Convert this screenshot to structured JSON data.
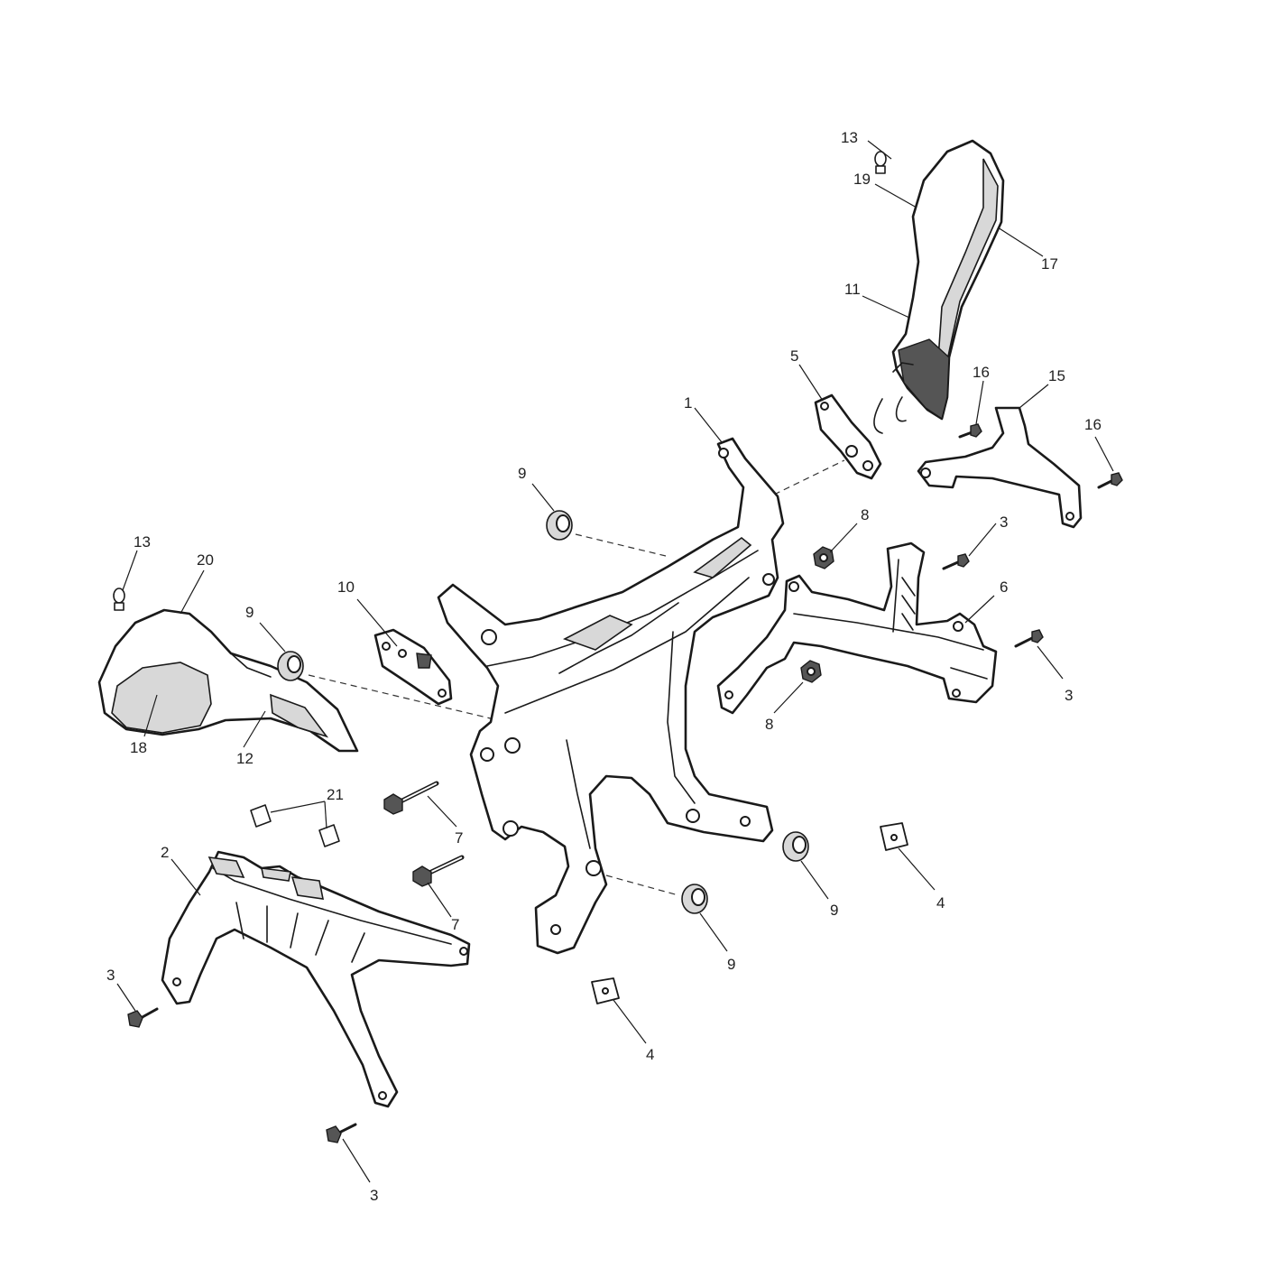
{
  "labels": [
    {
      "id": "l1",
      "text": "1"
    },
    {
      "id": "l2",
      "text": "2"
    },
    {
      "id": "l3a",
      "text": "3"
    },
    {
      "id": "l3b",
      "text": "3"
    },
    {
      "id": "l3c",
      "text": "3"
    },
    {
      "id": "l3d",
      "text": "3"
    },
    {
      "id": "l4a",
      "text": "4"
    },
    {
      "id": "l4b",
      "text": "4"
    },
    {
      "id": "l5",
      "text": "5"
    },
    {
      "id": "l6",
      "text": "6"
    },
    {
      "id": "l7a",
      "text": "7"
    },
    {
      "id": "l7b",
      "text": "7"
    },
    {
      "id": "l8a",
      "text": "8"
    },
    {
      "id": "l8b",
      "text": "8"
    },
    {
      "id": "l9a",
      "text": "9"
    },
    {
      "id": "l9b",
      "text": "9"
    },
    {
      "id": "l9c",
      "text": "9"
    },
    {
      "id": "l9d",
      "text": "9"
    },
    {
      "id": "l10",
      "text": "10"
    },
    {
      "id": "l11",
      "text": "11"
    },
    {
      "id": "l12",
      "text": "12"
    },
    {
      "id": "l13a",
      "text": "13"
    },
    {
      "id": "l13b",
      "text": "13"
    },
    {
      "id": "l15",
      "text": "15"
    },
    {
      "id": "l16a",
      "text": "16"
    },
    {
      "id": "l16b",
      "text": "16"
    },
    {
      "id": "l17",
      "text": "17"
    },
    {
      "id": "l18",
      "text": "18"
    },
    {
      "id": "l19",
      "text": "19"
    },
    {
      "id": "l20",
      "text": "20"
    },
    {
      "id": "l21",
      "text": "21"
    }
  ]
}
